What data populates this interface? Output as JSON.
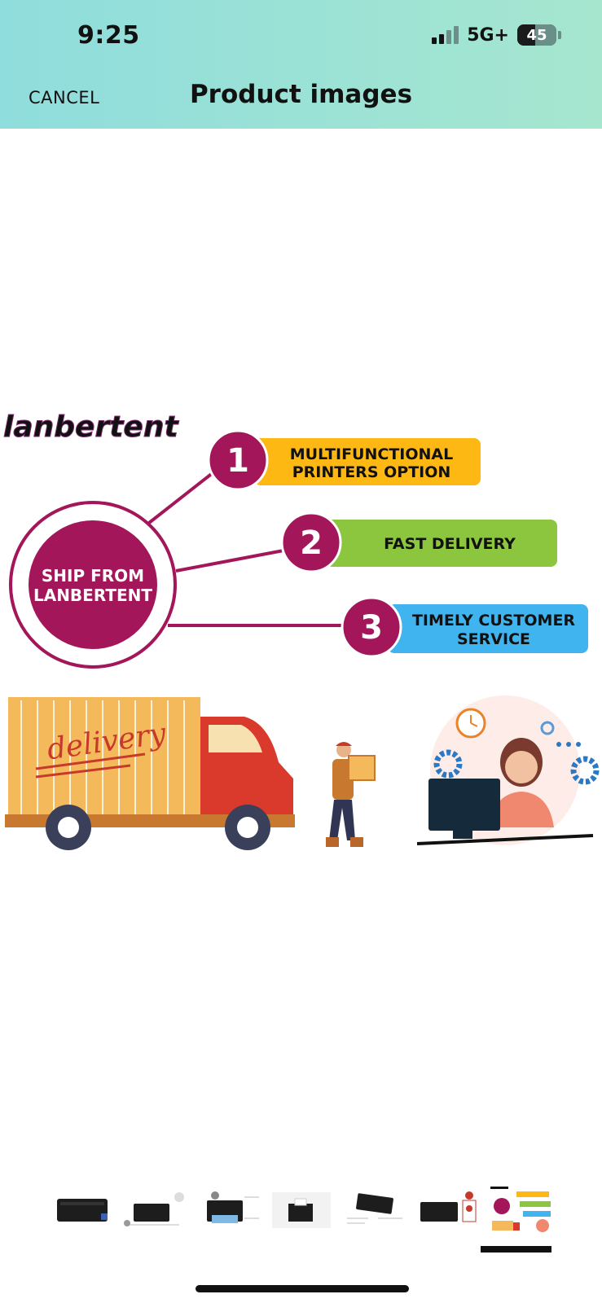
{
  "status_bar": {
    "time": "9:25",
    "network": "5G+",
    "battery": "45",
    "battery_level": 0.45
  },
  "header": {
    "cancel_label": "CANCEL",
    "title": "Product images"
  },
  "image": {
    "brand": "lanbertent",
    "hub_line1": "SHIP FROM",
    "hub_line2": "LANBERTENT",
    "features": [
      {
        "number": "1",
        "line1": "MULTIFUNCTIONAL",
        "line2": "PRINTERS OPTION",
        "color": "#fdb813"
      },
      {
        "number": "2",
        "line1": "FAST DELIVERY",
        "line2": "",
        "color": "#8cc63f"
      },
      {
        "number": "3",
        "line1": "TIMELY CUSTOMER",
        "line2": "SERVICE",
        "color": "#3fb4ee"
      }
    ],
    "truck_text": "delivery",
    "accent": "#a3175a"
  },
  "thumbnails": {
    "count": 7,
    "selected_index": 6
  }
}
